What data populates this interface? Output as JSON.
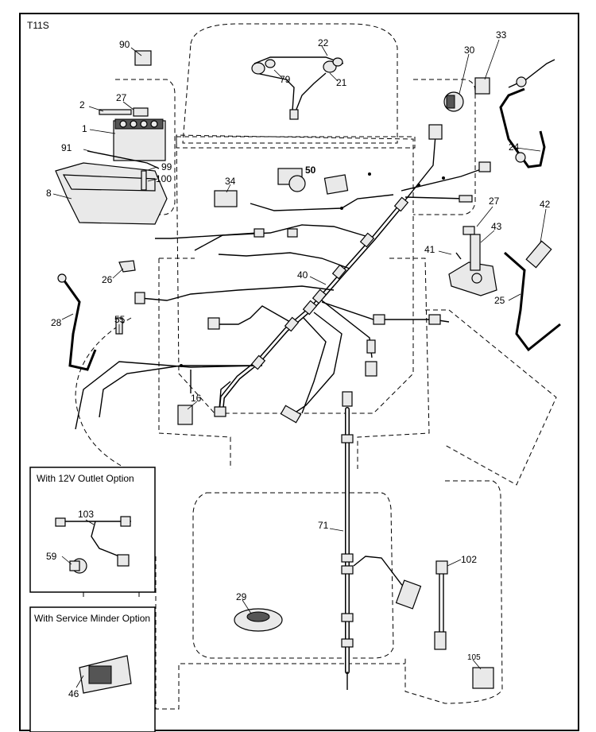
{
  "diagram_code": "T11S",
  "options": [
    {
      "title": "With 12V Outlet Option"
    },
    {
      "title": "With Service Minder Option"
    }
  ],
  "parts": {
    "p90": "90",
    "p22": "22",
    "p79": "79",
    "p21": "21",
    "p30": "30",
    "p33": "33",
    "p2": "2",
    "p27a": "27",
    "p1": "1",
    "p91": "91",
    "p99": "99",
    "p100": "100",
    "p8": "8",
    "p34": "34",
    "p50": "50",
    "p24": "24",
    "p27b": "27",
    "p42": "42",
    "p41": "41",
    "p43": "43",
    "p26": "26",
    "p40": "40",
    "p28": "28",
    "p55": "55",
    "p25": "25",
    "p16": "16",
    "p103": "103",
    "p59": "59",
    "p71": "71",
    "p102": "102",
    "p29": "29",
    "p46": "46",
    "p105": "105"
  }
}
